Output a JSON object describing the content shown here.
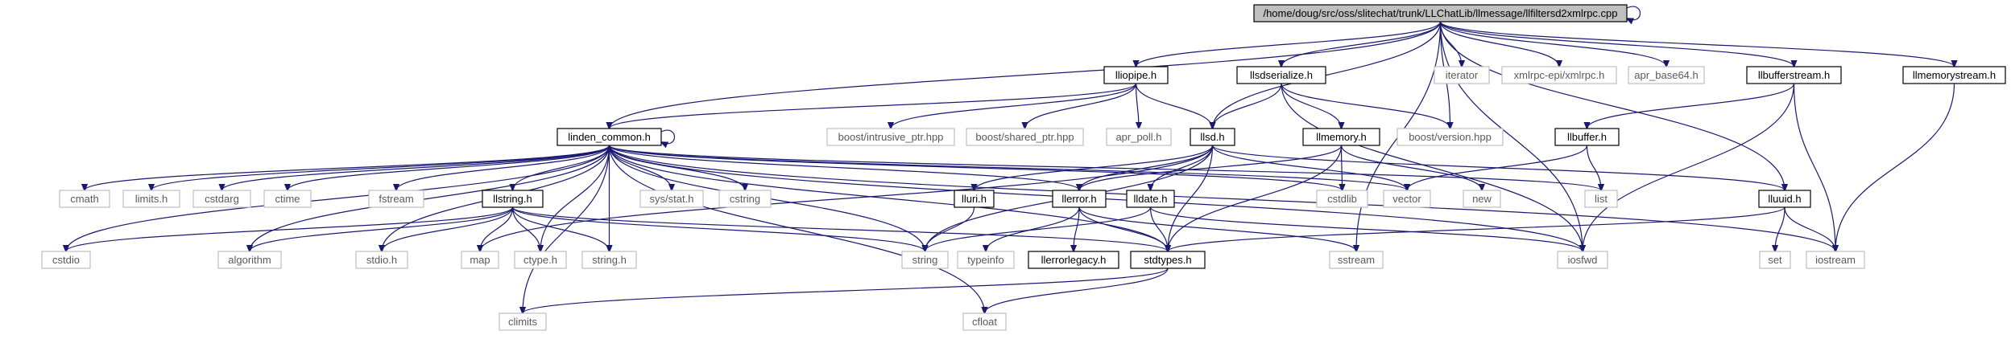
{
  "graph": {
    "title": "/home/doug/src/oss/slitechat/trunk/LLChatLib/llmessage/llfiltersd2xmlrpc.cpp",
    "colors": {
      "edge": "#191970",
      "root_fill": "#bfbfbf",
      "documented_border": "#000000",
      "external_border": "#bfbfbf"
    },
    "nodes": [
      {
        "id": "root",
        "label": "/home/doug/src/oss/slitechat/trunk/LLChatLib/llmessage/llfiltersd2xmlrpc.cpp",
        "kind": "root"
      },
      {
        "id": "lliopipe",
        "label": "lliopipe.h",
        "kind": "documented"
      },
      {
        "id": "llsdserialize",
        "label": "llsdserialize.h",
        "kind": "documented"
      },
      {
        "id": "iterator",
        "label": "iterator",
        "kind": "external"
      },
      {
        "id": "xmlrpc",
        "label": "xmlrpc-epi/xmlrpc.h",
        "kind": "external"
      },
      {
        "id": "apr_base64",
        "label": "apr_base64.h",
        "kind": "external"
      },
      {
        "id": "llbufferstream",
        "label": "llbufferstream.h",
        "kind": "documented"
      },
      {
        "id": "llmemorystream",
        "label": "llmemorystream.h",
        "kind": "documented"
      },
      {
        "id": "boost_intrusive",
        "label": "boost/intrusive_ptr.hpp",
        "kind": "external"
      },
      {
        "id": "boost_shared",
        "label": "boost/shared_ptr.hpp",
        "kind": "external"
      },
      {
        "id": "apr_poll",
        "label": "apr_poll.h",
        "kind": "external"
      },
      {
        "id": "llsd",
        "label": "llsd.h",
        "kind": "documented"
      },
      {
        "id": "llmemory",
        "label": "llmemory.h",
        "kind": "documented"
      },
      {
        "id": "boost_version",
        "label": "boost/version.hpp",
        "kind": "external"
      },
      {
        "id": "llbuffer",
        "label": "llbuffer.h",
        "kind": "documented"
      },
      {
        "id": "linden_common",
        "label": "linden_common.h",
        "kind": "documented"
      },
      {
        "id": "cmath",
        "label": "cmath",
        "kind": "external"
      },
      {
        "id": "limits_h",
        "label": "limits.h",
        "kind": "external"
      },
      {
        "id": "cstdarg",
        "label": "cstdarg",
        "kind": "external"
      },
      {
        "id": "ctime",
        "label": "ctime",
        "kind": "external"
      },
      {
        "id": "fstream",
        "label": "fstream",
        "kind": "external"
      },
      {
        "id": "llstring",
        "label": "llstring.h",
        "kind": "documented"
      },
      {
        "id": "sys_stat",
        "label": "sys/stat.h",
        "kind": "external"
      },
      {
        "id": "cstring",
        "label": "cstring",
        "kind": "external"
      },
      {
        "id": "lluri",
        "label": "lluri.h",
        "kind": "documented"
      },
      {
        "id": "llerror",
        "label": "llerror.h",
        "kind": "documented"
      },
      {
        "id": "lldate",
        "label": "lldate.h",
        "kind": "documented"
      },
      {
        "id": "cstdlib",
        "label": "cstdlib",
        "kind": "external"
      },
      {
        "id": "vector",
        "label": "vector",
        "kind": "external"
      },
      {
        "id": "new",
        "label": "new",
        "kind": "external"
      },
      {
        "id": "list",
        "label": "list",
        "kind": "external"
      },
      {
        "id": "lluuid",
        "label": "lluuid.h",
        "kind": "documented"
      },
      {
        "id": "cstdio",
        "label": "cstdio",
        "kind": "external"
      },
      {
        "id": "algorithm",
        "label": "algorithm",
        "kind": "external"
      },
      {
        "id": "stdio_h",
        "label": "stdio.h",
        "kind": "external"
      },
      {
        "id": "map",
        "label": "map",
        "kind": "external"
      },
      {
        "id": "ctype_h",
        "label": "ctype.h",
        "kind": "external"
      },
      {
        "id": "string_h",
        "label": "string.h",
        "kind": "external"
      },
      {
        "id": "string",
        "label": "string",
        "kind": "external"
      },
      {
        "id": "typeinfo",
        "label": "typeinfo",
        "kind": "external"
      },
      {
        "id": "llerrorlegacy",
        "label": "llerrorlegacy.h",
        "kind": "documented"
      },
      {
        "id": "stdtypes",
        "label": "stdtypes.h",
        "kind": "documented"
      },
      {
        "id": "sstream",
        "label": "sstream",
        "kind": "external"
      },
      {
        "id": "iosfwd",
        "label": "iosfwd",
        "kind": "external"
      },
      {
        "id": "set",
        "label": "set",
        "kind": "external"
      },
      {
        "id": "iostream",
        "label": "iostream",
        "kind": "external"
      },
      {
        "id": "climits",
        "label": "climits",
        "kind": "external"
      },
      {
        "id": "cfloat",
        "label": "cfloat",
        "kind": "external"
      }
    ],
    "edges": [
      [
        "root",
        "root"
      ],
      [
        "root",
        "lliopipe"
      ],
      [
        "root",
        "llsdserialize"
      ],
      [
        "root",
        "iterator"
      ],
      [
        "root",
        "xmlrpc"
      ],
      [
        "root",
        "apr_base64"
      ],
      [
        "root",
        "llbufferstream"
      ],
      [
        "root",
        "llmemorystream"
      ],
      [
        "root",
        "linden_common"
      ],
      [
        "root",
        "llsd"
      ],
      [
        "root",
        "boost_version"
      ],
      [
        "root",
        "iosfwd"
      ],
      [
        "root",
        "lluuid"
      ],
      [
        "root",
        "sstream"
      ],
      [
        "lliopipe",
        "boost_intrusive"
      ],
      [
        "lliopipe",
        "boost_shared"
      ],
      [
        "lliopipe",
        "apr_poll"
      ],
      [
        "lliopipe",
        "llsd"
      ],
      [
        "lliopipe",
        "linden_common"
      ],
      [
        "llsdserialize",
        "llsd"
      ],
      [
        "llsdserialize",
        "llmemory"
      ],
      [
        "llsdserialize",
        "boost_version"
      ],
      [
        "llsdserialize",
        "iosfwd"
      ],
      [
        "llbufferstream",
        "llbuffer"
      ],
      [
        "llbufferstream",
        "iosfwd"
      ],
      [
        "llbufferstream",
        "iostream"
      ],
      [
        "llmemorystream",
        "iostream"
      ],
      [
        "llsd",
        "vector"
      ],
      [
        "llsd",
        "lldate"
      ],
      [
        "llsd",
        "lluri"
      ],
      [
        "llsd",
        "stdtypes"
      ],
      [
        "llsd",
        "string"
      ],
      [
        "llsd",
        "map"
      ],
      [
        "llsd",
        "llerror"
      ],
      [
        "llsd",
        "lluuid"
      ],
      [
        "llmemory",
        "cstdlib"
      ],
      [
        "llmemory",
        "new"
      ],
      [
        "llmemory",
        "llerror"
      ],
      [
        "llmemory",
        "stdtypes"
      ],
      [
        "llbuffer",
        "list"
      ],
      [
        "llbuffer",
        "vector"
      ],
      [
        "linden_common",
        "linden_common"
      ],
      [
        "linden_common",
        "cmath"
      ],
      [
        "linden_common",
        "limits_h"
      ],
      [
        "linden_common",
        "cstdarg"
      ],
      [
        "linden_common",
        "ctime"
      ],
      [
        "linden_common",
        "fstream"
      ],
      [
        "linden_common",
        "llstring"
      ],
      [
        "linden_common",
        "sys_stat"
      ],
      [
        "linden_common",
        "cstring"
      ],
      [
        "linden_common",
        "cstdlib"
      ],
      [
        "linden_common",
        "vector"
      ],
      [
        "linden_common",
        "list"
      ],
      [
        "linden_common",
        "cstdio"
      ],
      [
        "linden_common",
        "algorithm"
      ],
      [
        "linden_common",
        "stdio_h"
      ],
      [
        "linden_common",
        "ctype_h"
      ],
      [
        "linden_common",
        "string_h"
      ],
      [
        "linden_common",
        "string"
      ],
      [
        "linden_common",
        "stdtypes"
      ],
      [
        "linden_common",
        "llerror"
      ],
      [
        "linden_common",
        "climits"
      ],
      [
        "linden_common",
        "cfloat"
      ],
      [
        "linden_common",
        "iosfwd"
      ],
      [
        "linden_common",
        "iostream"
      ],
      [
        "llstring",
        "cstdio"
      ],
      [
        "llstring",
        "algorithm"
      ],
      [
        "llstring",
        "stdio_h"
      ],
      [
        "llstring",
        "map"
      ],
      [
        "llstring",
        "ctype_h"
      ],
      [
        "llstring",
        "string_h"
      ],
      [
        "llstring",
        "string"
      ],
      [
        "llstring",
        "stdtypes"
      ],
      [
        "lluri",
        "string"
      ],
      [
        "llerror",
        "typeinfo"
      ],
      [
        "llerror",
        "llerrorlegacy"
      ],
      [
        "llerror",
        "stdtypes"
      ],
      [
        "llerror",
        "sstream"
      ],
      [
        "lldate",
        "stdtypes"
      ],
      [
        "lldate",
        "iosfwd"
      ],
      [
        "lldate",
        "string"
      ],
      [
        "lluuid",
        "set"
      ],
      [
        "lluuid",
        "iostream"
      ],
      [
        "lluuid",
        "stdtypes"
      ],
      [
        "stdtypes",
        "climits"
      ],
      [
        "stdtypes",
        "cfloat"
      ]
    ]
  }
}
